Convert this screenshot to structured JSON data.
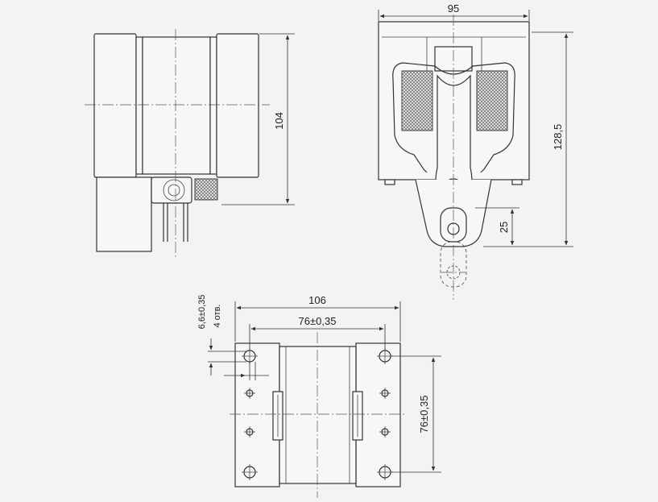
{
  "dimensions": {
    "side_height": "104",
    "front_width": "95",
    "front_height": "128,5",
    "front_stroke": "25",
    "bottom_width": "106",
    "bottom_hole_spacing_x": "76±0,35",
    "bottom_hole_spacing_y": "76±0,35",
    "hole_diameter": "6,6±0,35",
    "hole_count": "4 отв."
  }
}
